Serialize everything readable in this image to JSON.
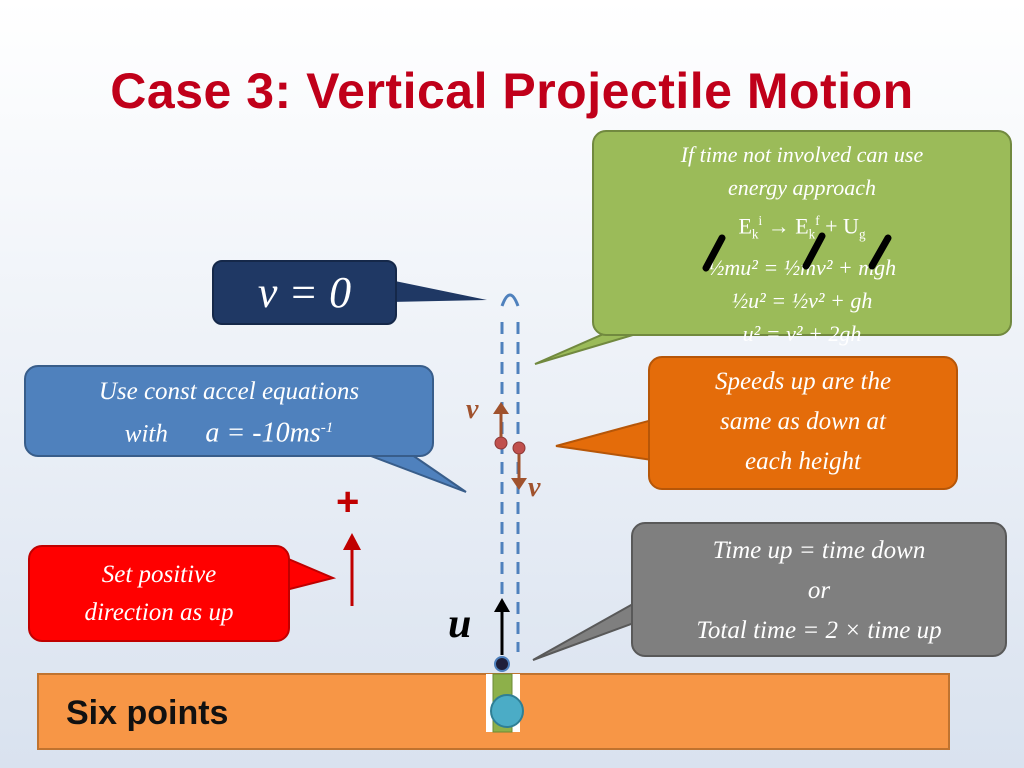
{
  "slide": {
    "title": "Case 3: Vertical Projectile Motion",
    "footer_label": "Six points"
  },
  "energy_box": {
    "line1": "If time not involved can use",
    "line2": "energy approach",
    "ek_i": "E",
    "ek_i_sub": "k",
    "ek_i_sup": "i",
    "arrow": "→",
    "ek_f": "E",
    "ek_f_sub": "k",
    "ek_f_sup": "f",
    "plus_ug": "+ U",
    "ug_sub": "g",
    "line4": "½mu² = ½mv² + mgh",
    "line5": "½u² = ½v² + gh",
    "line6": "u² = v² + 2gh"
  },
  "v0_box": {
    "text": "v = 0"
  },
  "accel_box": {
    "line1": "Use const accel  equations",
    "line2_with": "with",
    "line2_eq": "a = -10ms",
    "line2_sup": "-1"
  },
  "speeds_box": {
    "line1": "Speeds up are the",
    "line2": "same as down at",
    "line3": "each height"
  },
  "positive_box": {
    "line1": "Set positive",
    "line2": "direction as up"
  },
  "time_box": {
    "line1": "Time up = time down",
    "line2": "or",
    "line3": "Total time = 2 × time up"
  },
  "labels": {
    "plus": "+",
    "u": "u",
    "v_up": "v",
    "v_down": "v"
  },
  "colors": {
    "title": "#c0001a",
    "energy": "#9bbb59",
    "v0": "#1f3864",
    "accel": "#4f81bd",
    "speeds": "#e46c0a",
    "positive": "#ff0000",
    "time": "#7f7f7f",
    "ground": "#f79646",
    "path": "#4f81bd",
    "velocity_arrow": "#a0522d",
    "ball": "#4bacc6"
  }
}
